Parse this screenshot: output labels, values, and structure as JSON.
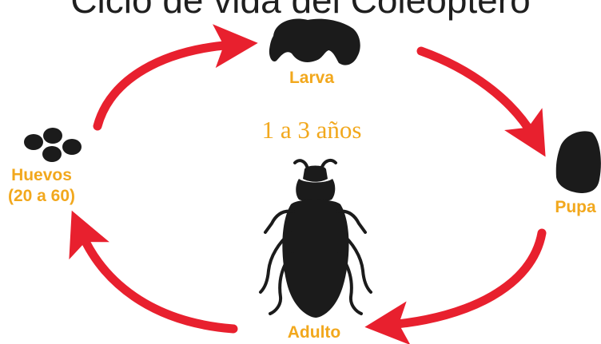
{
  "title": "Ciclo de vida del Coleóptero",
  "duration": "1 a 3 años",
  "stages": {
    "larva": "Larva",
    "pupa": "Pupa",
    "adult": "Adulto",
    "eggs_line1": "Huevos",
    "eggs_line2": "(20 a 60)"
  },
  "colors": {
    "arrow": "#e8202e",
    "label": "#f2a81d",
    "silhouette": "#1b1b1b",
    "title": "#1f1f1f"
  },
  "icons": [
    "egg-cluster-icon",
    "larva-icon",
    "pupa-icon",
    "beetle-icon",
    "cycle-arrow-icon"
  ]
}
